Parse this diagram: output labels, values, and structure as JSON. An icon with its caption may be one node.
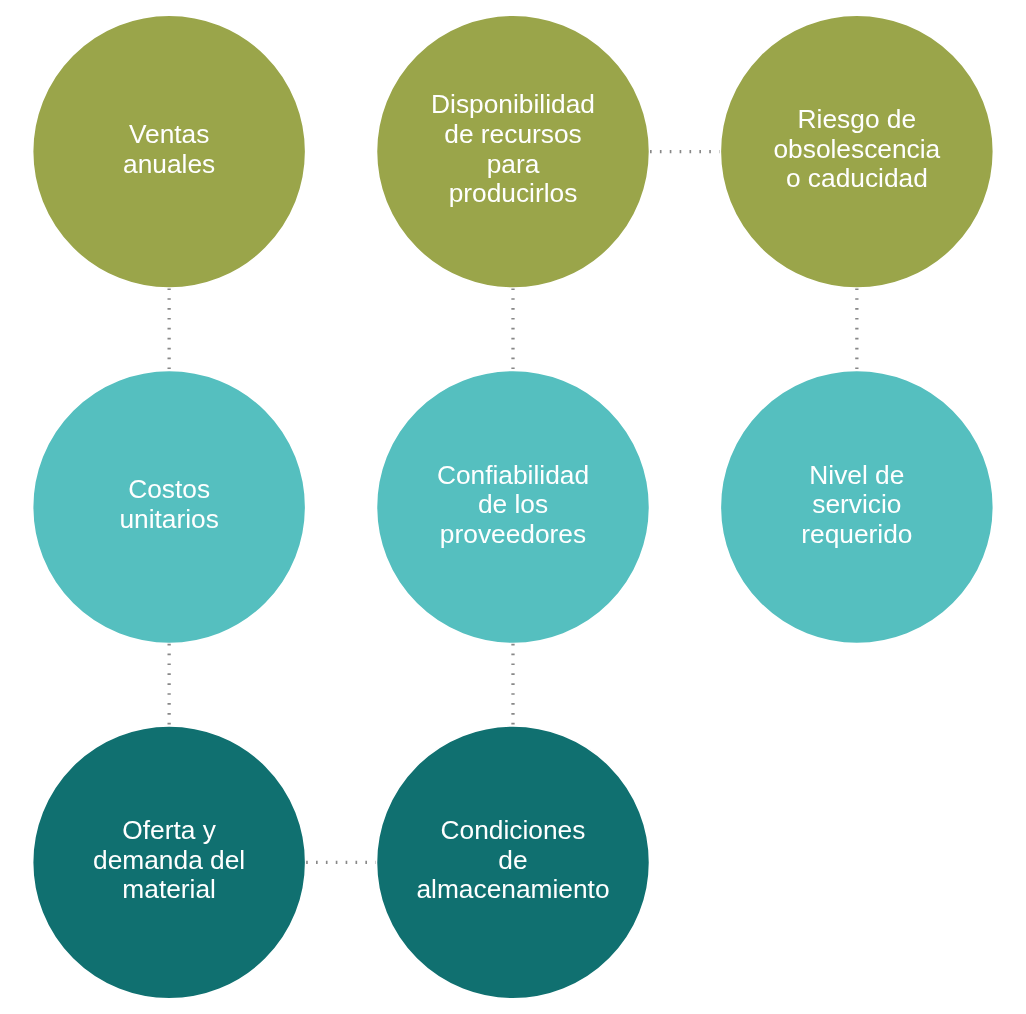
{
  "diagram": {
    "nodes": [
      {
        "text": [
          "Ventas anuales"
        ]
      },
      {
        "text": [
          "Disponibilidad de recursos para producirlos"
        ]
      },
      {
        "text": [
          "Riesgo de obsolescencia o caducidad"
        ]
      },
      {
        "text": [
          "Costos unitarios"
        ]
      },
      {
        "text": [
          "Confiabilidad de los proveedores"
        ]
      },
      {
        "text": [
          "Nivel de servicio requerido"
        ]
      },
      {
        "text": [
          "Oferta y demanda del material"
        ]
      },
      {
        "text": [
          "Condiciones de almacenamiento"
        ]
      }
    ],
    "edges": [
      {
        "from": 0,
        "to": 3,
        "arrow": "none",
        "style": "dashed"
      },
      {
        "from": 1,
        "to": 2,
        "arrow": "none",
        "style": "dashed"
      },
      {
        "from": 1,
        "to": 4,
        "arrow": "none",
        "style": "dashed"
      },
      {
        "from": 2,
        "to": 5,
        "arrow": "none",
        "style": "dashed"
      },
      {
        "from": 3,
        "to": 6,
        "arrow": "none",
        "style": "dashed"
      },
      {
        "from": 4,
        "to": 7,
        "arrow": "none",
        "style": "dashed"
      },
      {
        "from": 6,
        "to": 7,
        "arrow": "none",
        "style": "dashed"
      }
    ]
  }
}
